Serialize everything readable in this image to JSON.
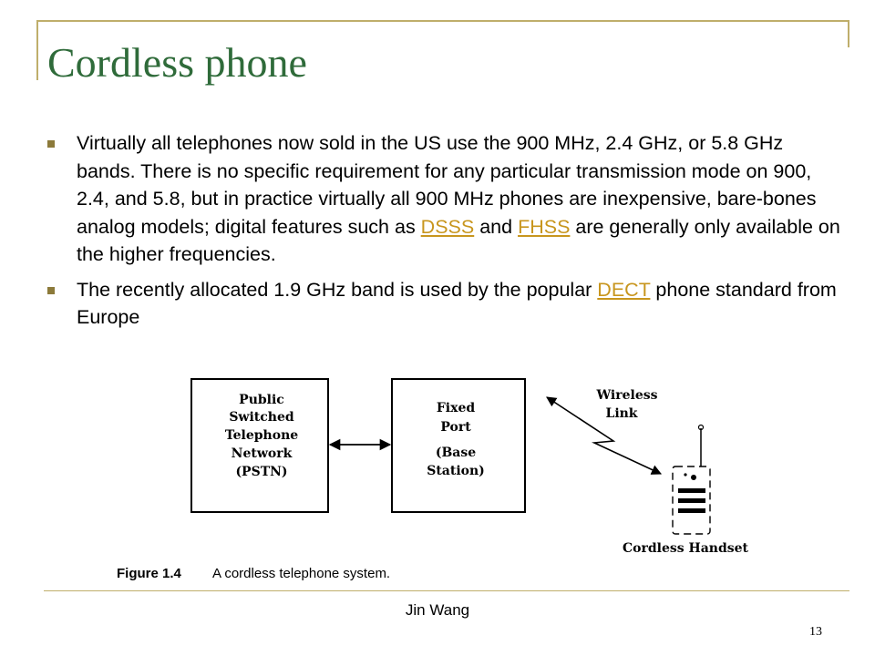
{
  "slide": {
    "title": "Cordless phone",
    "author": "Jin Wang",
    "page_number": "13"
  },
  "bullets": [
    {
      "text_a": "Virtually all telephones now sold in the US use the 900 MHz, 2.4 GHz, or 5.8 GHz bands. There is no specific requirement for any particular transmission mode on 900, 2.4, and 5.8, but in practice virtually all 900 MHz phones are inexpensive, bare-bones analog models; digital features such as ",
      "link_1": "DSSS",
      "text_b": " and ",
      "link_2": "FHSS",
      "text_c": " are generally only available on the higher frequencies."
    },
    {
      "text_a": "The recently allocated 1.9 GHz band is used by the popular ",
      "link_1": "DECT",
      "text_b": " phone standard from Europe"
    }
  ],
  "figure": {
    "pstn_lines": [
      "Public",
      "Switched",
      "Telephone",
      "Network",
      "(PSTN)"
    ],
    "port_lines": [
      "Fixed",
      "Port",
      "(Base",
      "Station)"
    ],
    "wireless_lines": [
      "Wireless",
      "Link"
    ],
    "handset_label": "Cordless Handset",
    "caption_number": "Figure 1.4",
    "caption_text": "A cordless telephone system."
  },
  "colors": {
    "title": "#2f6b3a",
    "accent": "#bfae6b",
    "link": "#c8961e"
  }
}
